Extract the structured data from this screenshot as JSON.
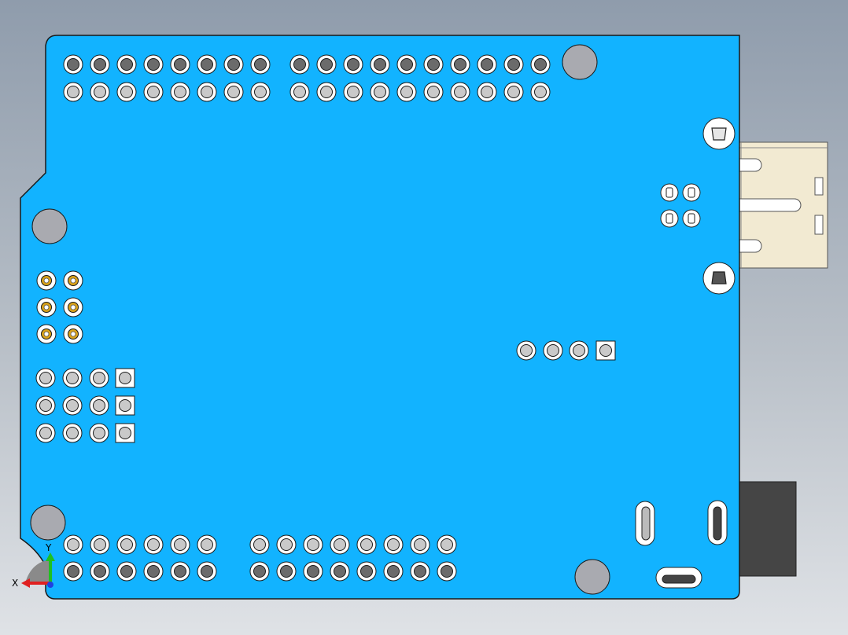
{
  "scene": {
    "view": "top",
    "background_colors": [
      "#8f9cac",
      "#dfe2e6"
    ]
  },
  "board": {
    "pcb_color": "#12b3ff",
    "outline_color": "#1a1a1a",
    "mounting_holes": 4,
    "header_rows": [
      {
        "id": "top-left",
        "rows": 2,
        "pins": 8
      },
      {
        "id": "top-right",
        "rows": 2,
        "pins": 10
      },
      {
        "id": "bottom-left",
        "rows": 2,
        "pins": 6
      },
      {
        "id": "bottom-right",
        "rows": 2,
        "pins": 8
      }
    ],
    "icsp_header": {
      "rows": 3,
      "cols": 2
    },
    "left_4x3_header": {
      "rows": 3,
      "cols": 4
    },
    "mid_4pin_header": {
      "pins": 4
    }
  },
  "connectors": {
    "usb_color": "#f2ead2",
    "dc_jack_color": "#454545"
  },
  "triad": {
    "x_label": "X",
    "y_label": "Y",
    "x_color": "#e02020",
    "y_color": "#20c020",
    "z_color": "#2040e0"
  }
}
